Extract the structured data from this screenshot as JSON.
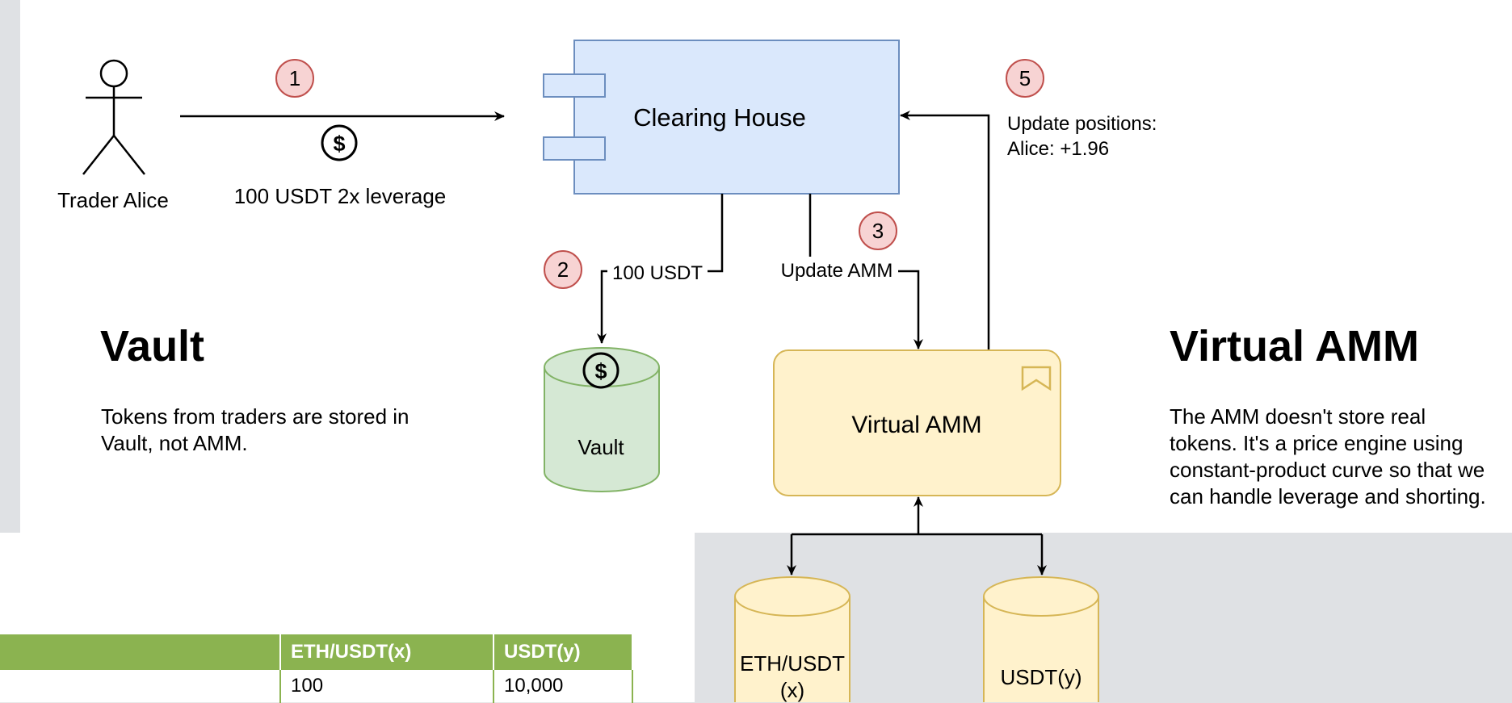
{
  "diagram": {
    "actor_label": "Trader Alice",
    "step1": {
      "number": "1",
      "label": "100 USDT 2x leverage"
    },
    "step2": {
      "number": "2",
      "label": "100 USDT"
    },
    "step3": {
      "number": "3",
      "label": "Update AMM"
    },
    "step5": {
      "number": "5",
      "line1": "Update positions:",
      "line2": "Alice: +1.96"
    },
    "clearing_house": "Clearing House",
    "vault_cylinder": "Vault",
    "virtual_amm_box": "Virtual AMM",
    "eth_cylinder_line1": "ETH/USDT",
    "eth_cylinder_line2": "(x)",
    "usdt_cylinder": "USDT(y)",
    "dollar_icon": "$"
  },
  "vault_section": {
    "title": "Vault",
    "desc_line1": "Tokens from traders are stored in",
    "desc_line2": "Vault, not AMM."
  },
  "amm_section": {
    "title": "Virtual AMM",
    "desc_line1": "The AMM doesn't store real",
    "desc_line2": "tokens. It's a price engine using",
    "desc_line3": "constant-product curve so that we",
    "desc_line4": "can handle leverage and shorting."
  },
  "table": {
    "headers": [
      "",
      "ETH/USDT(x)",
      "USDT(y)"
    ],
    "rows": [
      [
        "",
        "100",
        "10,000"
      ]
    ]
  },
  "colors": {
    "marker_fill": "#f7d3d3",
    "marker_stroke": "#c0504d",
    "clearing_fill": "#dae8fc",
    "clearing_stroke": "#6c8ebf",
    "vault_fill": "#d5e8d4",
    "vault_stroke": "#82b366",
    "amm_fill": "#fff2cc",
    "amm_stroke": "#d6b656",
    "table_header": "#8bb350"
  }
}
